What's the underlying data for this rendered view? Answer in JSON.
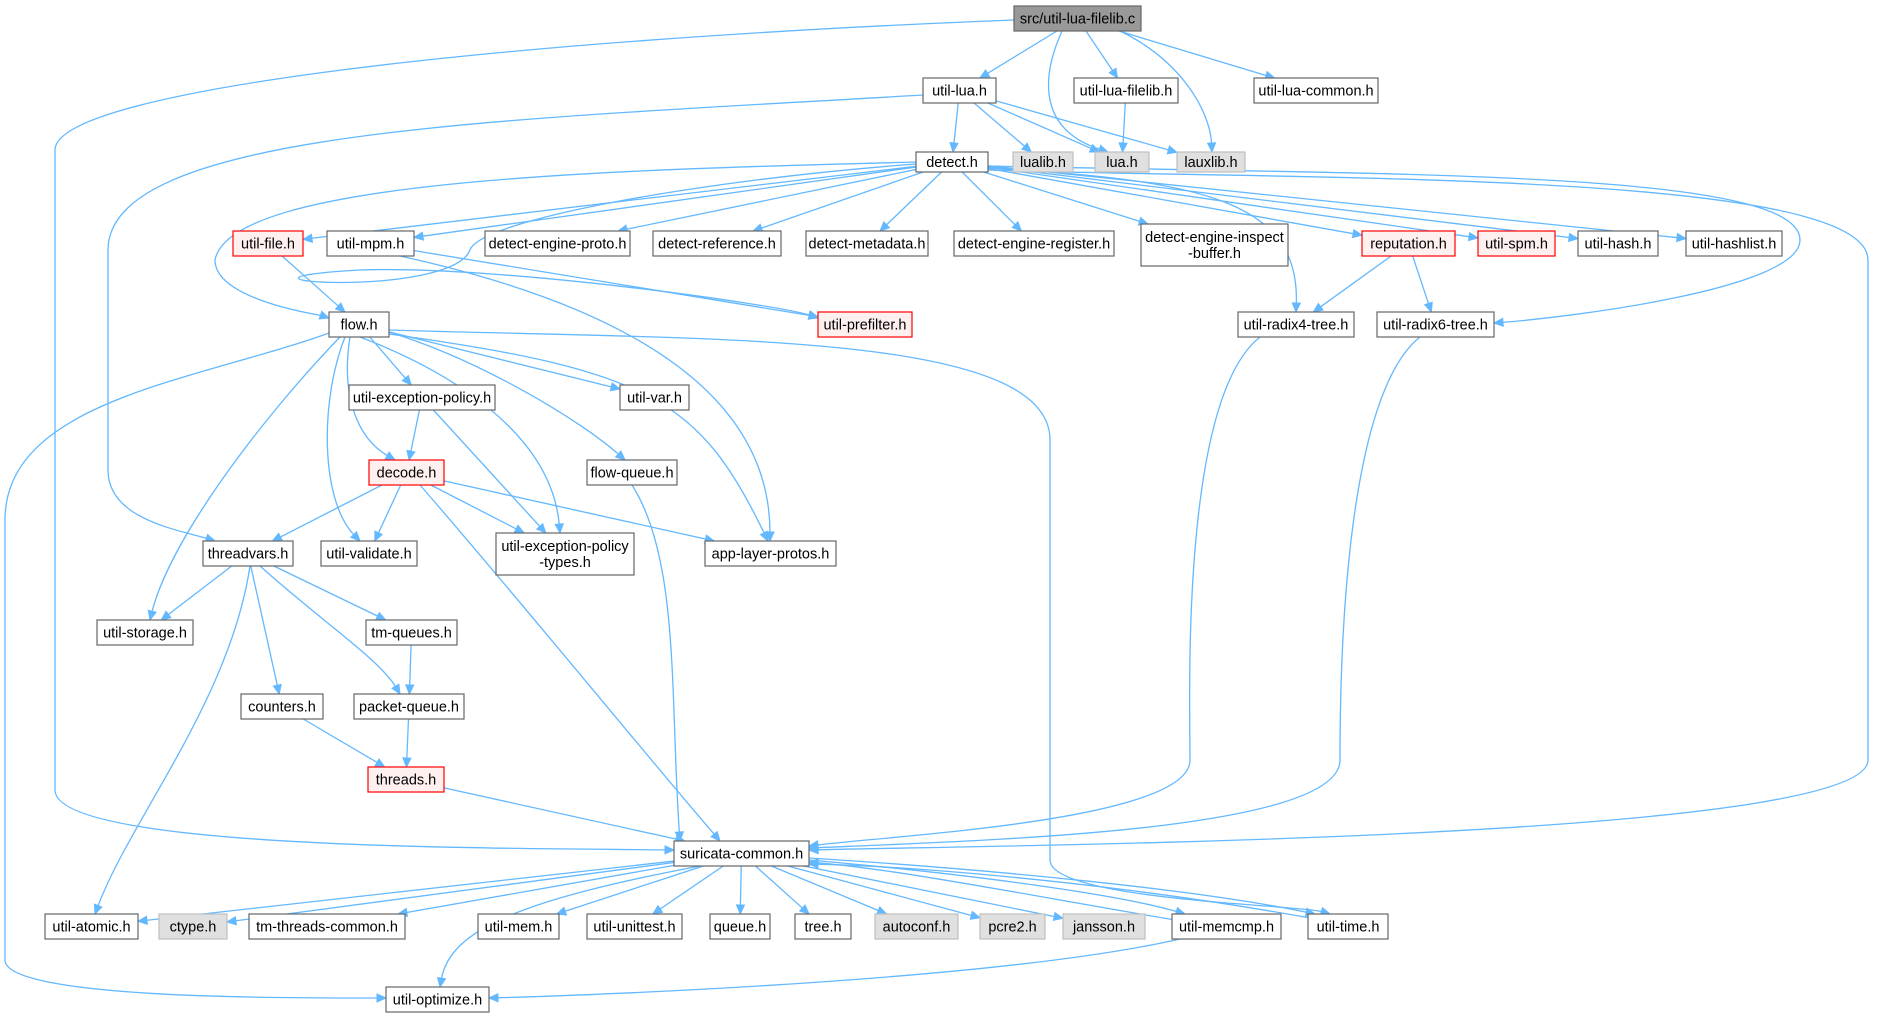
{
  "nodes": [
    {
      "id": "util-lua-filelib-c",
      "label": "src/util-lua-filelib.c",
      "style": "root"
    },
    {
      "id": "util-lua-h",
      "label": "util-lua.h",
      "style": "plain"
    },
    {
      "id": "util-lua-filelib-h",
      "label": "util-lua-filelib.h",
      "style": "plain"
    },
    {
      "id": "util-lua-common-h",
      "label": "util-lua-common.h",
      "style": "plain"
    },
    {
      "id": "detect-h",
      "label": "detect.h",
      "style": "plain"
    },
    {
      "id": "lualib-h",
      "label": "lualib.h",
      "style": "gray"
    },
    {
      "id": "lua-h",
      "label": "lua.h",
      "style": "gray"
    },
    {
      "id": "lauxlib-h",
      "label": "lauxlib.h",
      "style": "gray"
    },
    {
      "id": "util-file-h",
      "label": "util-file.h",
      "style": "red"
    },
    {
      "id": "util-mpm-h",
      "label": "util-mpm.h",
      "style": "plain"
    },
    {
      "id": "detect-engine-proto-h",
      "label": "detect-engine-proto.h",
      "style": "plain"
    },
    {
      "id": "detect-reference-h",
      "label": "detect-reference.h",
      "style": "plain"
    },
    {
      "id": "detect-metadata-h",
      "label": "detect-metadata.h",
      "style": "plain"
    },
    {
      "id": "detect-engine-register-h",
      "label": "detect-engine-register.h",
      "style": "plain"
    },
    {
      "id": "detect-engine-inspect-buffer-h",
      "label": "detect-engine-inspect\n-buffer.h",
      "style": "plain"
    },
    {
      "id": "reputation-h",
      "label": "reputation.h",
      "style": "red"
    },
    {
      "id": "util-spm-h",
      "label": "util-spm.h",
      "style": "red"
    },
    {
      "id": "util-hash-h",
      "label": "util-hash.h",
      "style": "plain"
    },
    {
      "id": "util-hashlist-h",
      "label": "util-hashlist.h",
      "style": "plain"
    },
    {
      "id": "flow-h",
      "label": "flow.h",
      "style": "plain"
    },
    {
      "id": "util-prefilter-h",
      "label": "util-prefilter.h",
      "style": "red"
    },
    {
      "id": "util-radix4-tree-h",
      "label": "util-radix4-tree.h",
      "style": "plain"
    },
    {
      "id": "util-radix6-tree-h",
      "label": "util-radix6-tree.h",
      "style": "plain"
    },
    {
      "id": "util-exception-policy-h",
      "label": "util-exception-policy.h",
      "style": "plain"
    },
    {
      "id": "util-var-h",
      "label": "util-var.h",
      "style": "plain"
    },
    {
      "id": "decode-h",
      "label": "decode.h",
      "style": "red"
    },
    {
      "id": "flow-queue-h",
      "label": "flow-queue.h",
      "style": "plain"
    },
    {
      "id": "threadvars-h",
      "label": "threadvars.h",
      "style": "plain"
    },
    {
      "id": "util-validate-h",
      "label": "util-validate.h",
      "style": "plain"
    },
    {
      "id": "util-exception-policy-types-h",
      "label": "util-exception-policy\n-types.h",
      "style": "plain"
    },
    {
      "id": "app-layer-protos-h",
      "label": "app-layer-protos.h",
      "style": "plain"
    },
    {
      "id": "util-storage-h",
      "label": "util-storage.h",
      "style": "plain"
    },
    {
      "id": "tm-queues-h",
      "label": "tm-queues.h",
      "style": "plain"
    },
    {
      "id": "counters-h",
      "label": "counters.h",
      "style": "plain"
    },
    {
      "id": "packet-queue-h",
      "label": "packet-queue.h",
      "style": "plain"
    },
    {
      "id": "threads-h",
      "label": "threads.h",
      "style": "red"
    },
    {
      "id": "suricata-common-h",
      "label": "suricata-common.h",
      "style": "plain"
    },
    {
      "id": "util-atomic-h",
      "label": "util-atomic.h",
      "style": "plain"
    },
    {
      "id": "ctype-h",
      "label": "ctype.h",
      "style": "gray"
    },
    {
      "id": "tm-threads-common-h",
      "label": "tm-threads-common.h",
      "style": "plain"
    },
    {
      "id": "util-mem-h",
      "label": "util-mem.h",
      "style": "plain"
    },
    {
      "id": "util-unittest-h",
      "label": "util-unittest.h",
      "style": "plain"
    },
    {
      "id": "queue-h",
      "label": "queue.h",
      "style": "plain"
    },
    {
      "id": "tree-h",
      "label": "tree.h",
      "style": "plain"
    },
    {
      "id": "autoconf-h",
      "label": "autoconf.h",
      "style": "gray"
    },
    {
      "id": "pcre2-h",
      "label": "pcre2.h",
      "style": "gray"
    },
    {
      "id": "jansson-h",
      "label": "jansson.h",
      "style": "gray"
    },
    {
      "id": "util-memcmp-h",
      "label": "util-memcmp.h",
      "style": "plain"
    },
    {
      "id": "util-time-h",
      "label": "util-time.h",
      "style": "plain"
    },
    {
      "id": "util-optimize-h",
      "label": "util-optimize.h",
      "style": "plain"
    }
  ],
  "edges": [
    [
      "util-lua-filelib-c",
      "util-lua-h"
    ],
    [
      "util-lua-filelib-c",
      "util-lua-filelib-h"
    ],
    [
      "util-lua-filelib-c",
      "util-lua-common-h"
    ],
    [
      "util-lua-filelib-c",
      "lua-h"
    ],
    [
      "util-lua-filelib-c",
      "lauxlib-h"
    ],
    [
      "util-lua-filelib-c",
      "suricata-common-h"
    ],
    [
      "util-lua-h",
      "detect-h"
    ],
    [
      "util-lua-h",
      "lualib-h"
    ],
    [
      "util-lua-h",
      "lua-h"
    ],
    [
      "util-lua-h",
      "lauxlib-h"
    ],
    [
      "util-lua-h",
      "threadvars-h"
    ],
    [
      "util-lua-filelib-h",
      "lua-h"
    ],
    [
      "detect-h",
      "util-file-h"
    ],
    [
      "detect-h",
      "util-mpm-h"
    ],
    [
      "detect-h",
      "detect-engine-proto-h"
    ],
    [
      "detect-h",
      "detect-reference-h"
    ],
    [
      "detect-h",
      "detect-metadata-h"
    ],
    [
      "detect-h",
      "detect-engine-register-h"
    ],
    [
      "detect-h",
      "detect-engine-inspect-buffer-h"
    ],
    [
      "detect-h",
      "reputation-h"
    ],
    [
      "detect-h",
      "util-spm-h"
    ],
    [
      "detect-h",
      "util-hash-h"
    ],
    [
      "detect-h",
      "util-hashlist-h"
    ],
    [
      "detect-h",
      "flow-h"
    ],
    [
      "detect-h",
      "util-prefilter-h"
    ],
    [
      "detect-h",
      "util-radix4-tree-h"
    ],
    [
      "detect-h",
      "util-radix6-tree-h"
    ],
    [
      "detect-h",
      "suricata-common-h"
    ],
    [
      "util-file-h",
      "flow-h"
    ],
    [
      "util-mpm-h",
      "util-prefilter-h"
    ],
    [
      "util-mpm-h",
      "app-layer-protos-h"
    ],
    [
      "reputation-h",
      "util-radix4-tree-h"
    ],
    [
      "reputation-h",
      "util-radix6-tree-h"
    ],
    [
      "util-radix4-tree-h",
      "suricata-common-h"
    ],
    [
      "util-radix6-tree-h",
      "suricata-common-h"
    ],
    [
      "flow-h",
      "util-exception-policy-h"
    ],
    [
      "flow-h",
      "util-var-h"
    ],
    [
      "flow-h",
      "decode-h"
    ],
    [
      "flow-h",
      "flow-queue-h"
    ],
    [
      "flow-h",
      "util-validate-h"
    ],
    [
      "flow-h",
      "util-exception-policy-types-h"
    ],
    [
      "flow-h",
      "app-layer-protos-h"
    ],
    [
      "flow-h",
      "util-storage-h"
    ],
    [
      "flow-h",
      "util-time-h"
    ],
    [
      "flow-h",
      "util-optimize-h"
    ],
    [
      "util-exception-policy-h",
      "decode-h"
    ],
    [
      "util-exception-policy-h",
      "util-exception-policy-types-h"
    ],
    [
      "decode-h",
      "threadvars-h"
    ],
    [
      "decode-h",
      "util-validate-h"
    ],
    [
      "decode-h",
      "util-exception-policy-types-h"
    ],
    [
      "decode-h",
      "app-layer-protos-h"
    ],
    [
      "decode-h",
      "suricata-common-h"
    ],
    [
      "flow-queue-h",
      "suricata-common-h"
    ],
    [
      "threadvars-h",
      "util-storage-h"
    ],
    [
      "threadvars-h",
      "tm-queues-h"
    ],
    [
      "threadvars-h",
      "counters-h"
    ],
    [
      "threadvars-h",
      "packet-queue-h"
    ],
    [
      "threadvars-h",
      "util-atomic-h"
    ],
    [
      "tm-queues-h",
      "packet-queue-h"
    ],
    [
      "packet-queue-h",
      "threads-h"
    ],
    [
      "counters-h",
      "threads-h"
    ],
    [
      "threads-h",
      "suricata-common-h"
    ],
    [
      "suricata-common-h",
      "util-atomic-h"
    ],
    [
      "suricata-common-h",
      "ctype-h"
    ],
    [
      "suricata-common-h",
      "tm-threads-common-h"
    ],
    [
      "suricata-common-h",
      "util-mem-h"
    ],
    [
      "suricata-common-h",
      "util-unittest-h"
    ],
    [
      "suricata-common-h",
      "queue-h"
    ],
    [
      "suricata-common-h",
      "tree-h"
    ],
    [
      "suricata-common-h",
      "autoconf-h"
    ],
    [
      "suricata-common-h",
      "pcre2-h"
    ],
    [
      "suricata-common-h",
      "jansson-h"
    ],
    [
      "suricata-common-h",
      "util-memcmp-h"
    ],
    [
      "suricata-common-h",
      "util-time-h"
    ],
    [
      "suricata-common-h",
      "util-optimize-h"
    ],
    [
      "util-memcmp-h",
      "suricata-common-h"
    ],
    [
      "util-memcmp-h",
      "util-optimize-h"
    ],
    [
      "util-time-h",
      "suricata-common-h"
    ]
  ],
  "colors": {
    "edge": "#63b8ff",
    "root_fill": "#999999",
    "gray_fill": "#e0e0e0",
    "red_border": "#ff0000",
    "node_border": "#666666"
  }
}
